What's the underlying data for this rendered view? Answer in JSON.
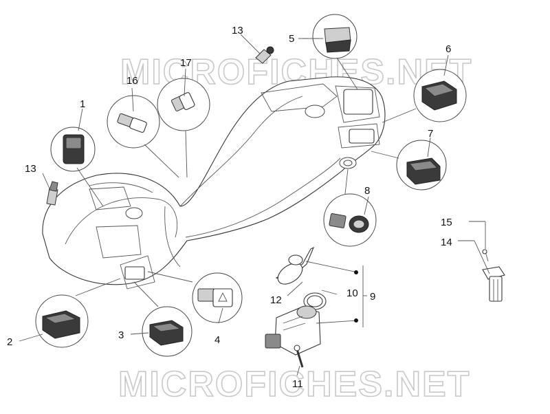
{
  "watermark": "MICROFICHES.NET",
  "callouts": {
    "c1": "1",
    "c2": "2",
    "c3": "3",
    "c4": "4",
    "c5": "5",
    "c6": "6",
    "c7": "7",
    "c8": "8",
    "c9": "9",
    "c10": "10",
    "c11": "11",
    "c12": "12",
    "c13a": "13",
    "c13b": "13",
    "c14": "14",
    "c15": "15",
    "c16": "16",
    "c17": "17"
  }
}
